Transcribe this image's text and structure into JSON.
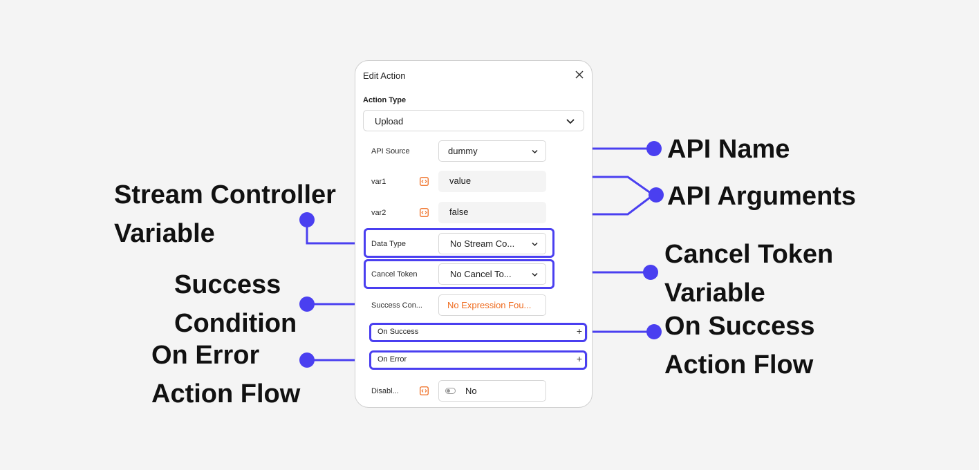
{
  "dialog": {
    "title": "Edit Action",
    "action_type_label": "Action Type",
    "action_type_value": "Upload",
    "rows": {
      "api_source": {
        "label": "API Source",
        "value": "dummy"
      },
      "var1": {
        "label": "var1",
        "value": "value"
      },
      "var2": {
        "label": "var2",
        "value": "false"
      },
      "data_type": {
        "label": "Data Type",
        "value": "No Stream Co..."
      },
      "cancel_token": {
        "label": "Cancel Token",
        "value": "No Cancel To..."
      },
      "success_condition": {
        "label": "Success Con...",
        "value": "No Expression Fou..."
      },
      "disable": {
        "label": "Disabl...",
        "value": "No"
      }
    },
    "on_success_label": "On Success",
    "on_error_label": "On Error",
    "plus": "+"
  },
  "annotations": {
    "api_name": "API Name",
    "api_arguments": "API Arguments",
    "stream_controller_1": "Stream Controller",
    "stream_controller_2": "Variable",
    "cancel_token_1": "Cancel Token",
    "cancel_token_2": "Variable",
    "success_condition_1": "Success",
    "success_condition_2": "Condition",
    "on_success_1": "On Success",
    "on_success_2": "Action Flow",
    "on_error_1": "On Error",
    "on_error_2": "Action Flow"
  },
  "colors": {
    "accent": "#4a3ff0",
    "orange": "#ef6a1d"
  }
}
